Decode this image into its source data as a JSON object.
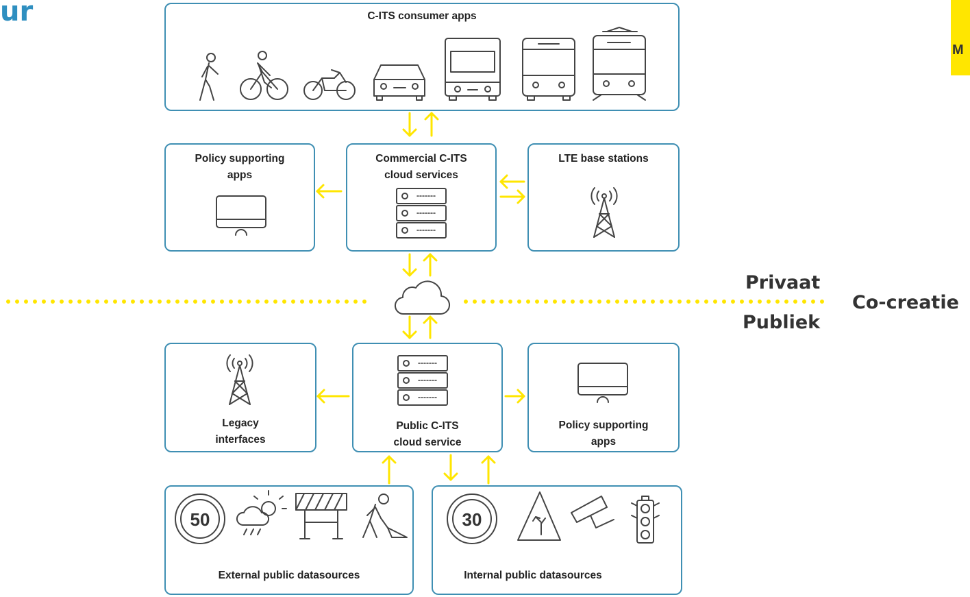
{
  "header": {
    "title_fragment": "ur",
    "logo_letter": "M"
  },
  "boxes": {
    "consumer_apps": "C-ITS consumer apps",
    "policy_top_1": "Policy supporting",
    "policy_top_2": "apps",
    "commercial_1": "Commercial C-ITS",
    "commercial_2": "cloud services",
    "lte": "LTE base stations",
    "legacy_1": "Legacy",
    "legacy_2": "interfaces",
    "public_1": "Public C-ITS",
    "public_2": "cloud service",
    "policy_bottom_1": "Policy supporting",
    "policy_bottom_2": "apps",
    "external": "External public datasources",
    "internal": "Internal public datasources"
  },
  "divider": {
    "upper": "Privaat",
    "lower": "Publiek",
    "side": "Co-creatie"
  },
  "signs": {
    "external_speed": "50",
    "internal_speed": "30"
  },
  "colors": {
    "accent": "#3f8fb3",
    "arrow": "#ffe600",
    "logo": "#ffe600"
  }
}
